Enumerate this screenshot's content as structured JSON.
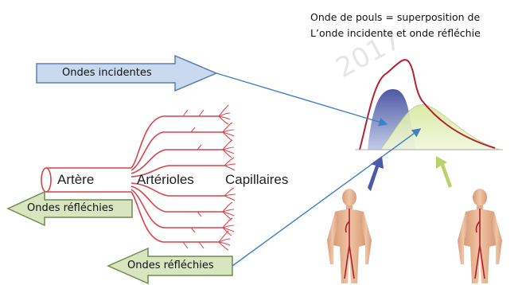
{
  "caption": {
    "line1": "Onde de pouls = superposition de",
    "line2": "L’onde incidente et onde réfléchie"
  },
  "arrows": {
    "incident": "Ondes incidentes",
    "reflected_left": "Ondes réfléchies",
    "reflected_bottom": "Ondes réfléchies"
  },
  "vessels": {
    "artery": "Artère",
    "arterioles": "Artérioles",
    "capillaries": "Capillaires"
  },
  "watermark": "2017",
  "colors": {
    "incident_arrow_fill": "#c9d9ee",
    "incident_arrow_stroke": "#5a7fb0",
    "reflected_arrow_fill": "#d7e6bf",
    "reflected_arrow_stroke": "#6f8a4e",
    "vessel_red": "#d9434b",
    "pulse_outline": "#b4222e",
    "incident_wave": "#3b4ea6",
    "reflected_wave": "#c8dc8c",
    "connector": "#3f7fc4"
  }
}
